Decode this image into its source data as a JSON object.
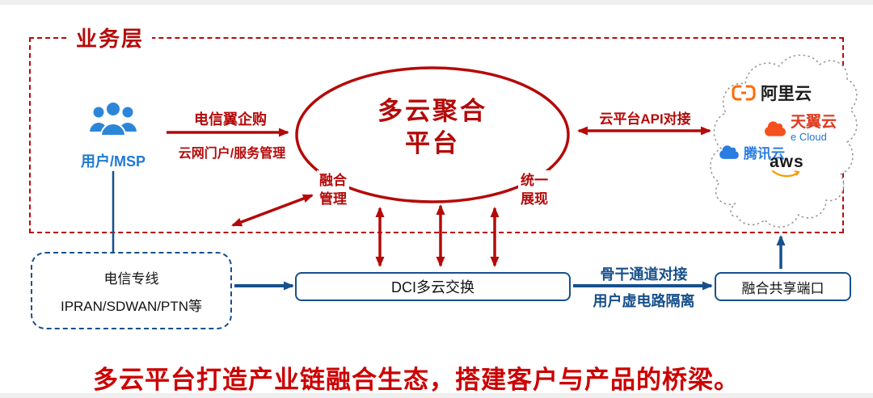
{
  "layer": {
    "label": "业务层"
  },
  "user": {
    "label": "用户/MSP"
  },
  "flows": {
    "purchase": "电信翼企购",
    "portal": "云网门户/服务管理",
    "api": "云平台API对接",
    "backbone": "骨干通道对接",
    "isolation": "用户虚电路隔离"
  },
  "platform": {
    "title_line1": "多云聚合",
    "title_line2": "平台",
    "fusion_line1": "融合",
    "fusion_line2": "管理",
    "unified_line1": "统一",
    "unified_line2": "展现"
  },
  "providers": {
    "alicloud": "阿里云",
    "tianyiyun": "天翼云",
    "tianyiyun_sub": "e Cloud",
    "tencent": "腾讯云",
    "aws": "aws"
  },
  "access": {
    "line1": "电信专线",
    "line2": "IPRAN/SDWAN/PTN等"
  },
  "dci": {
    "label": "DCI多云交换"
  },
  "port": {
    "label": "融合共享端口"
  },
  "footer": {
    "text": "多云平台打造产业链融合生态，搭建客户与产品的桥梁。"
  },
  "colors": {
    "red": "#b50909",
    "blue": "#17508c",
    "user_blue": "#1f7ad0",
    "orange": "#ff6a00"
  }
}
